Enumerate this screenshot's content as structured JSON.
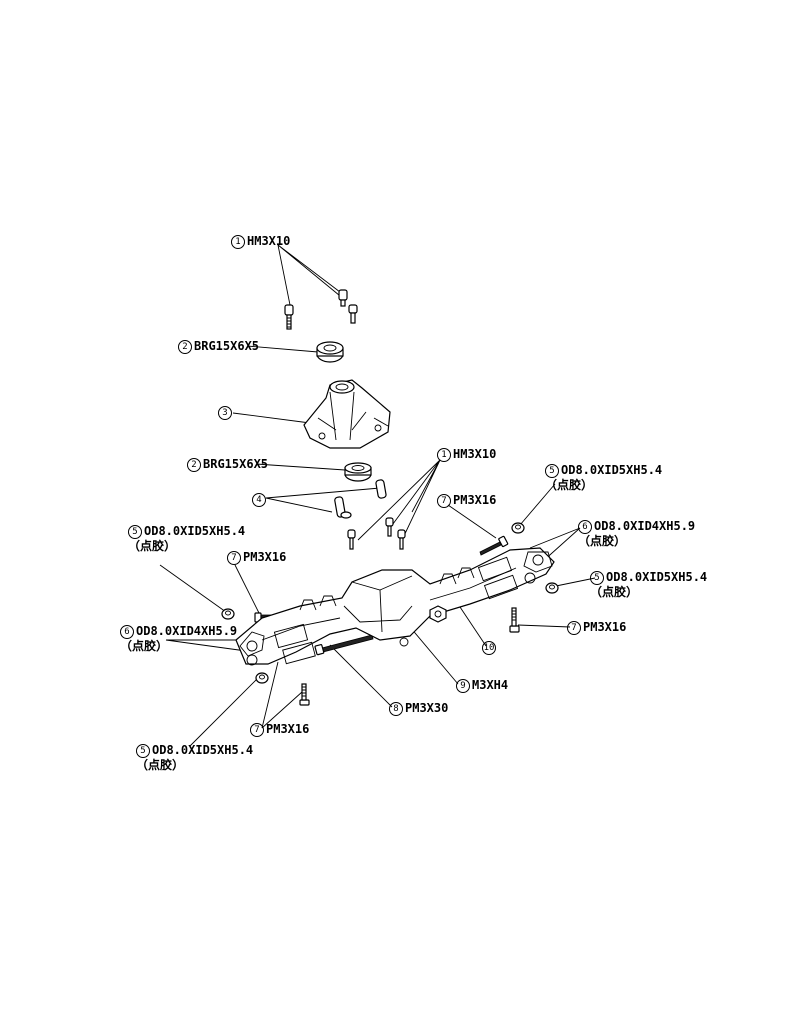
{
  "callouts": [
    {
      "id": "c1a",
      "num": "1",
      "text": "HM3X10",
      "note": ""
    },
    {
      "id": "c2a",
      "num": "2",
      "text": "BRG15X6X5",
      "note": ""
    },
    {
      "id": "c3",
      "num": "3",
      "text": "",
      "note": ""
    },
    {
      "id": "c2b",
      "num": "2",
      "text": "BRG15X6X5",
      "note": ""
    },
    {
      "id": "c1b",
      "num": "1",
      "text": "HM3X10",
      "note": ""
    },
    {
      "id": "c4",
      "num": "4",
      "text": "",
      "note": ""
    },
    {
      "id": "c5a",
      "num": "5",
      "text": "OD8.0XID5XH5.4",
      "note": "（点胶）"
    },
    {
      "id": "c7a",
      "num": "7",
      "text": "PM3X16",
      "note": ""
    },
    {
      "id": "c6a",
      "num": "6",
      "text": "OD8.0XID4XH5.9",
      "note": "（点胶）"
    },
    {
      "id": "c5b",
      "num": "5",
      "text": "OD8.0XID5XH5.4",
      "note": "（点胶）"
    },
    {
      "id": "c7b",
      "num": "7",
      "text": "PM3X16",
      "note": ""
    },
    {
      "id": "c6b",
      "num": "6",
      "text": "OD8.0XID4XH5.9",
      "note": "（点胶）"
    },
    {
      "id": "c5c",
      "num": "5",
      "text": "OD8.0XID5XH5.4",
      "note": "（点胶）"
    },
    {
      "id": "c7c",
      "num": "7",
      "text": "PM3X16",
      "note": ""
    },
    {
      "id": "c10",
      "num": "10",
      "text": "",
      "note": ""
    },
    {
      "id": "c9",
      "num": "9",
      "text": "M3XH4",
      "note": ""
    },
    {
      "id": "c8",
      "num": "8",
      "text": "PM3X30",
      "note": ""
    },
    {
      "id": "c7d",
      "num": "7",
      "text": "PM3X16",
      "note": ""
    },
    {
      "id": "c5d",
      "num": "5",
      "text": "OD8.0XID5XH5.4",
      "note": "（点胶）"
    }
  ]
}
